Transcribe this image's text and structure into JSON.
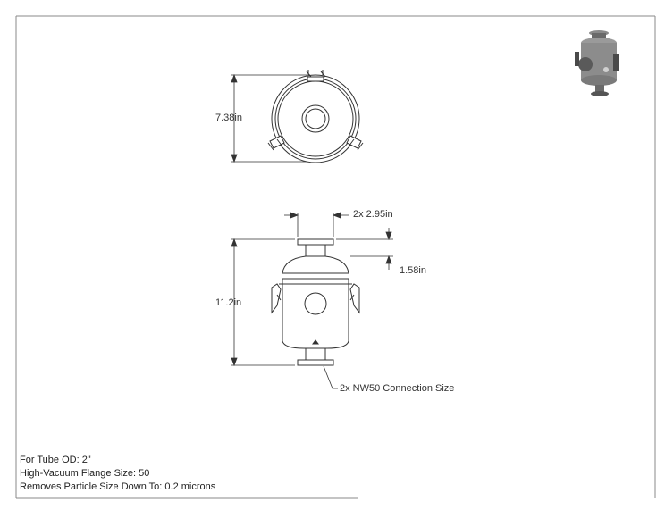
{
  "dimensions": {
    "top_view_height": "7.38in",
    "outlet_width": "2x 2.95in",
    "flange_offset": "1.58in",
    "overall_height": "11.2in",
    "connection_note": "2x NW50 Connection Size"
  },
  "specs": {
    "tube_od": "For Tube OD: 2\"",
    "flange_size": "High-Vacuum Flange Size: 50",
    "particle_size": "Removes Particle Size Down To: 0.2 microns"
  },
  "colors": {
    "line": "#333333",
    "iso_body": "#9a9a9a",
    "iso_dark": "#5a5a5a"
  }
}
